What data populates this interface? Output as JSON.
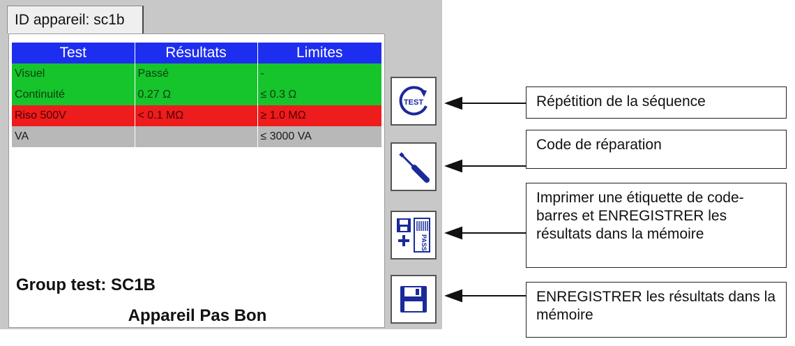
{
  "tab": {
    "label": "ID appareil: sc1b"
  },
  "table": {
    "headers": [
      "Test",
      "Résultats",
      "Limites"
    ],
    "rows": [
      {
        "status": "pass",
        "cells": [
          "Visuel",
          "Passé",
          "-"
        ]
      },
      {
        "status": "pass",
        "cells": [
          "Continuité",
          "0.27 Ω",
          "≤ 0.3 Ω"
        ]
      },
      {
        "status": "fail",
        "cells": [
          "Riso 500V",
          "< 0.1 MΩ",
          "≥ 1.0 MΩ"
        ]
      },
      {
        "status": "neutral",
        "cells": [
          "VA",
          "",
          "≤ 3000 VA"
        ]
      }
    ]
  },
  "group_test": "Group test: SC1B",
  "verdict": "Appareil Pas Bon",
  "buttons": {
    "repeat": {
      "icon": "test-repeat-icon",
      "icon_text": "TEST"
    },
    "repair": {
      "icon": "screwdriver-icon"
    },
    "print_save": {
      "icon": "save-print-label-icon",
      "icon_text": "PASS"
    },
    "save": {
      "icon": "floppy-disk-icon"
    }
  },
  "callouts": {
    "repeat": "Répétition de la séquence",
    "repair": "Code de réparation",
    "print_save": "Imprimer une étiquette de code-barres et ENREGISTRER les résultats dans la mémoire",
    "save": "ENREGISTRER les résultats dans la mémoire"
  },
  "colors": {
    "header": "#1e2ef0",
    "pass": "#16c42c",
    "fail": "#ee1c1c",
    "neutral": "#b8b8b8",
    "icon_blue": "#1a2a9a"
  }
}
